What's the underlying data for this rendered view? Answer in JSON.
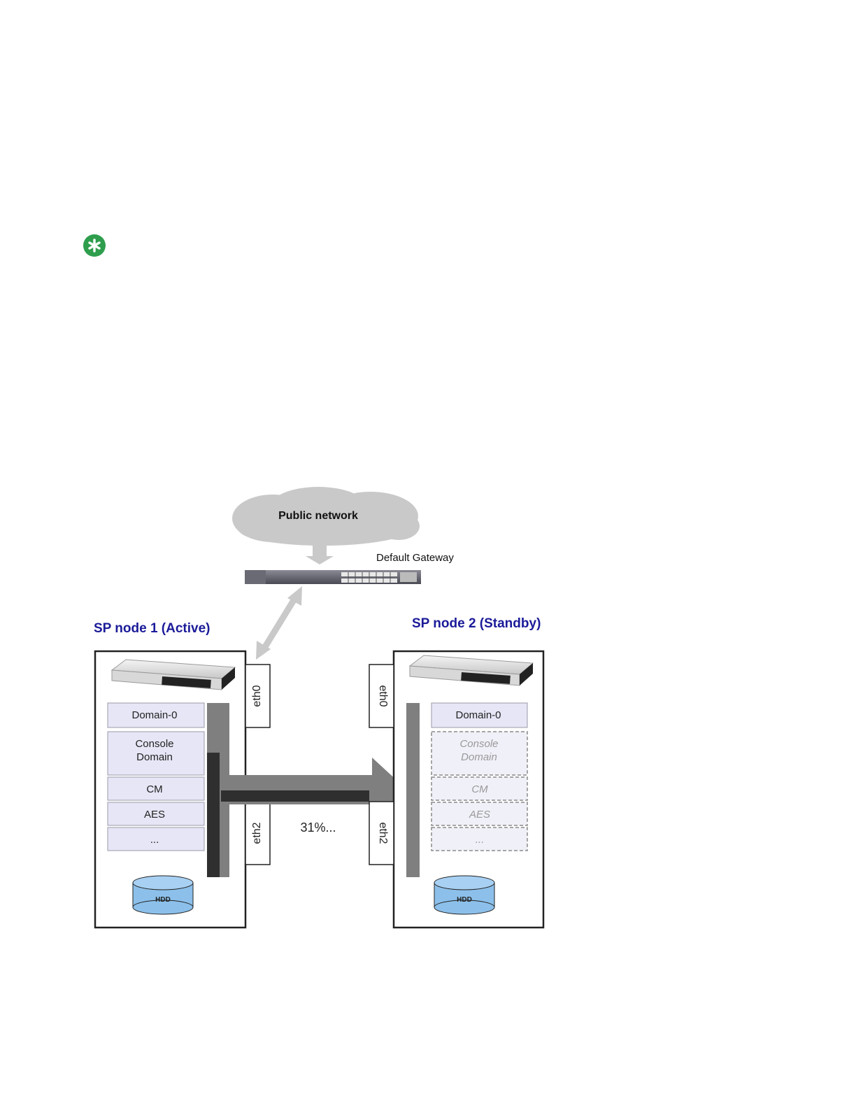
{
  "colors": {
    "note_icon": "#2e9e4d",
    "title_blue": "#1b1b99",
    "domain_box_fill": "#e6e6f6",
    "hdd_fill": "#8cc0ea",
    "bus_gray": "#7f7f7f",
    "bus_dark": "#2f2f2f",
    "cloud_gray": "#c9c9c9"
  },
  "icons": {
    "note": "asterisk-icon",
    "gateway": "network-switch-icon",
    "server": "rack-server-icon",
    "disk": "hdd-cylinder-icon"
  },
  "diagram": {
    "cloud_label": "Public network",
    "gateway_label": "Default Gateway",
    "progress_label": "31%...",
    "node1": {
      "title": "SP node 1 (Active)",
      "domains": [
        "Domain-0",
        "Console\nDomain",
        "CM",
        "AES",
        "..."
      ],
      "eth0": "eth0",
      "eth2": "eth2",
      "disk": "HDD"
    },
    "node2": {
      "title": "SP node 2 (Standby)",
      "domains": [
        "Domain-0",
        "Console\nDomain",
        "CM",
        "AES",
        "..."
      ],
      "eth0": "eth0",
      "eth2": "eth2",
      "disk": "HDD"
    }
  }
}
